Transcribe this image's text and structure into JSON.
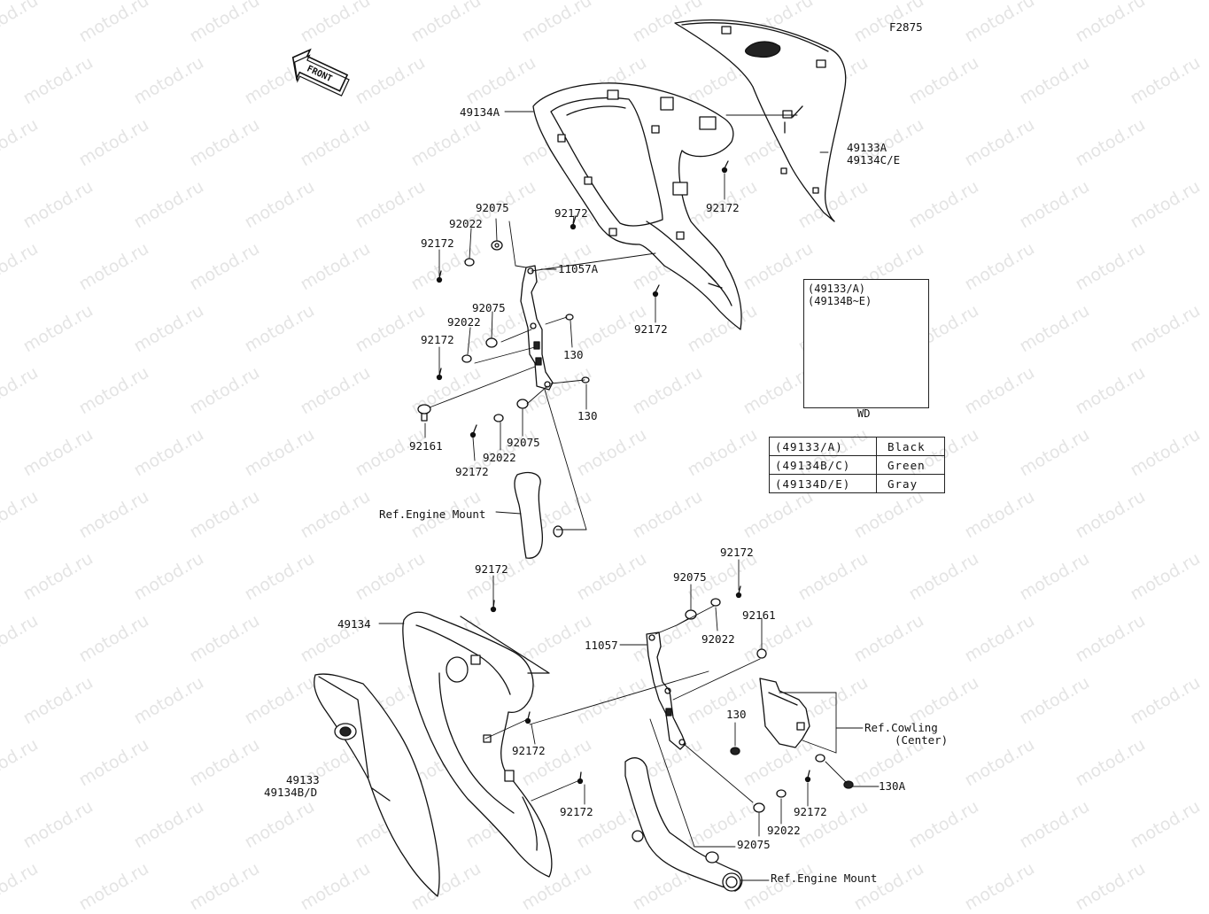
{
  "figure_code": "F2875",
  "watermark": "motod.ru",
  "front_arrow": "FRONT",
  "callouts": {
    "top_49134A": "49134A",
    "top_49133A": "49133A",
    "top_49134CE": "49134C/E",
    "n92075_a": "92075",
    "n92022_a": "92022",
    "n92172_a": "92172",
    "n92172_b": "92172",
    "n92172_c": "92172",
    "n11057A": "11057A",
    "n92075_b": "92075",
    "n92022_b": "92022",
    "n92172_d": "92172",
    "n130_a": "130",
    "n130_b": "130",
    "n92172_e": "92172",
    "n92161_a": "92161",
    "n92075_c": "92075",
    "n92022_c": "92022",
    "n92172_f": "92172",
    "ref_engine_mount_a": "Ref.Engine Mount",
    "n92172_g": "92172",
    "n49134": "49134",
    "n92172_h": "92172",
    "n49133": "49133",
    "n49134BD": "49134B/D",
    "n92172_i": "92172",
    "n92075_d": "92075",
    "n92172_j": "92172",
    "n92022_d": "92022",
    "n92161_b": "92161",
    "n11057": "11057",
    "n130_c": "130",
    "ref_cowling_1": "Ref.Cowling",
    "ref_cowling_2": "(Center)",
    "n130A": "130A",
    "n92172_k": "92172",
    "n92022_e": "92022",
    "n92075_e": "92075",
    "ref_engine_mount_b": "Ref.Engine Mount"
  },
  "wd_box": {
    "line1": "(49133/A)",
    "line2": "(49134B~E)",
    "label": "WD"
  },
  "color_table": [
    {
      "code": "(49133/A)",
      "color": "Black"
    },
    {
      "code": "(49134B/C)",
      "color": "Green"
    },
    {
      "code": "(49134D/E)",
      "color": "Gray"
    }
  ]
}
